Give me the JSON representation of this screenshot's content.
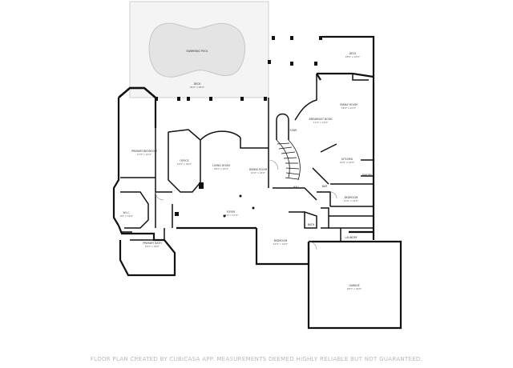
{
  "footer": "FLOOR PLAN CREATED BY CUBICASA APP. MEASUREMENTS DEEMED HIGHLY RELIABLE BUT NOT GUARANTEED.",
  "rooms": {
    "pool": {
      "name": "SWIMMING POOL",
      "dim": ""
    },
    "deck": {
      "name": "DECK",
      "dim": "25'0\" x 48'0\""
    },
    "deck2": {
      "name": "DECK",
      "dim": "18'0\" x 14'0\""
    },
    "primary": {
      "name": "PRIMARY BEDROOM",
      "dim": "17'0\" x 21'0\""
    },
    "office": {
      "name": "OFFICE",
      "dim": "12'0\" x 19'0\""
    },
    "living": {
      "name": "LIVING ROOM",
      "dim": "18'0\" x 22'0\""
    },
    "dining": {
      "name": "DINING ROOM",
      "dim": "14'0\" x 16'0\""
    },
    "breakfast": {
      "name": "BREAKFAST NOOK",
      "dim": "11'0\" x 12'0\""
    },
    "family": {
      "name": "FAMILY ROOM",
      "dim": "18'0\" x 21'0\""
    },
    "kitchen": {
      "name": "KITCHEN",
      "dim": "16'0\" x 19'0\""
    },
    "bedroom1": {
      "name": "BEDROOM",
      "dim": "13'0\" x 13'0\""
    },
    "bedroom2": {
      "name": "BEDROOM",
      "dim": "12'0\" x 14'0\""
    },
    "primarybath": {
      "name": "PRIMARY BATH",
      "dim": "16'0\" x 18'0\""
    },
    "wic": {
      "name": "W.I.C.",
      "dim": "9'0\" x 12'0\""
    },
    "foyer": {
      "name": "FOYER",
      "dim": "14'0\" x 17'0\""
    },
    "hall": {
      "name": "HALL",
      "dim": ""
    },
    "bar": {
      "name": "BAR",
      "dim": ""
    },
    "bath": {
      "name": "BATH",
      "dim": ""
    },
    "laundry": {
      "name": "LAUNDRY",
      "dim": ""
    },
    "garage": {
      "name": "GARAGE",
      "dim": "24'0\" x 24'0\""
    },
    "stair": {
      "name": "STAIR",
      "dim": ""
    },
    "pantry": {
      "name": "PANTRY",
      "dim": ""
    }
  }
}
